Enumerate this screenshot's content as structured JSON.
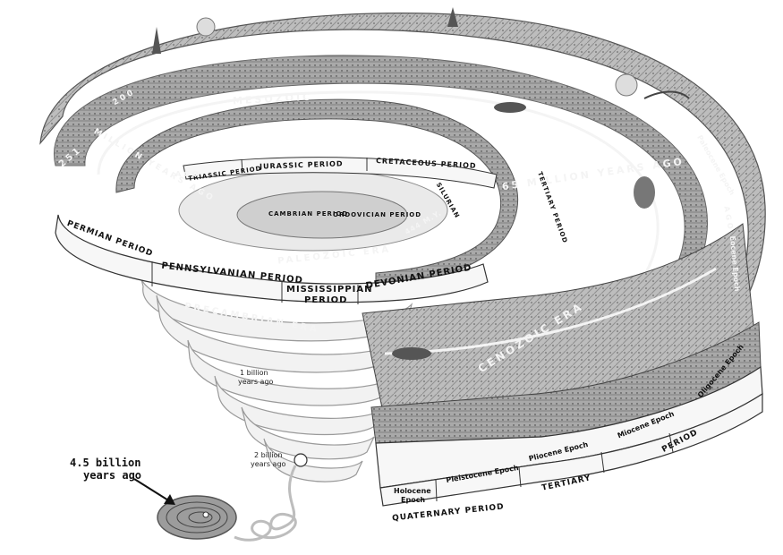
{
  "labels": {
    "era_mesozoic": "MESOZOIC",
    "era_paleozoic": "PALEOZOIC ERA",
    "era_cenozoic": "CENOZOIC ERA",
    "era_precambrian": "PRECAMBRIAN ERA",
    "mya_251": "251",
    "mya_251_text": "MILLION YEARS AGO",
    "mya_200": "200",
    "mya_65": "65 MILLION YEARS AGO",
    "mya_444": "444 M.Y.",
    "permian": "PERMIAN PERIOD",
    "triassic": "TRIASSIC PERIOD",
    "jurassic": "JURASSIC PERIOD",
    "cretaceous": "CRETACEOUS PERIOD",
    "tertiary_wrap": "TERTIARY PERIOD",
    "cambrian": "CAMBRIAN PERIOD",
    "ordovician": "ORDOVICIAN PERIOD",
    "silurian": "SILURIAN",
    "pennsylvanian": "PENNSYLVANIAN PERIOD",
    "mississippian_1": "MISSISSIPPIAN",
    "mississippian_2": "PERIOD",
    "devonian": "DEVONIAN PERIOD",
    "paleocene": "Paleocene Epoch",
    "ago": "AGO",
    "eocene": "Eocene Epoch",
    "oligocene": "Oligocene Epoch",
    "miocene": "Miocene Epoch",
    "pliocene": "Pliocene Epoch",
    "pleistocene": "Pleistocene Epoch",
    "holocene_1": "Holocene",
    "holocene_2": "Epoch",
    "quaternary": "QUATERNARY PERIOD",
    "tertiary": "TERTIARY",
    "period_right": "PERIOD",
    "ago_left": "AGO",
    "one_billion_1": "1 billion",
    "one_billion_2": "years ago",
    "two_billion_1": "2 billion",
    "two_billion_2": "years ago",
    "four_five_1": "4.5 billion",
    "four_five_2": "years ago"
  }
}
